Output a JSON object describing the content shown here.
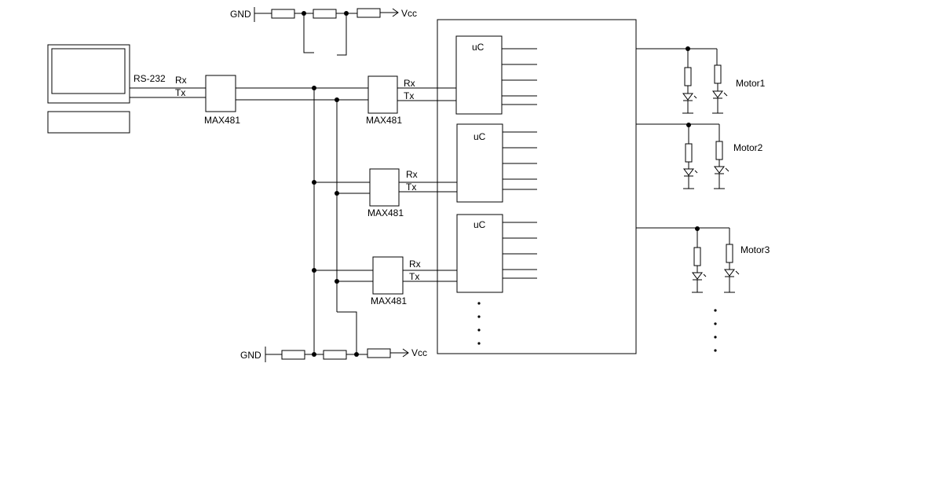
{
  "labels": {
    "rs232": "RS-232",
    "rx": "Rx",
    "tx": "Tx",
    "max481": "MAX481",
    "uc": "uC",
    "gnd": "GND",
    "vcc": "Vcc",
    "motor1": "Motor1",
    "motor2": "Motor2",
    "motor3": "Motor3"
  },
  "colors": {
    "line": "#000000",
    "background": "#ffffff"
  }
}
